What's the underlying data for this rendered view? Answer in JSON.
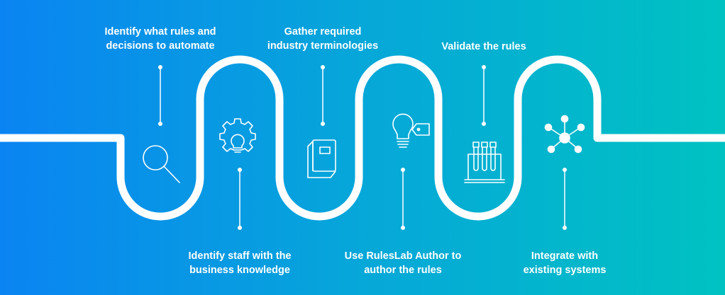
{
  "steps": [
    {
      "line1": "Identify what rules and",
      "line2": "decisions to automate",
      "icon": "magnifier-icon"
    },
    {
      "line1": "Identify staff with the",
      "line2": "business knowledge",
      "icon": "gear-lightbulb-icon"
    },
    {
      "line1": "Gather required",
      "line2": "industry terminologies",
      "icon": "book-icon"
    },
    {
      "line1_pre": "Use ",
      "line1_brand": "RulesLab",
      "line1_post": " Author to",
      "line2": "author the rules",
      "icon": "lightbulb-tag-icon"
    },
    {
      "line1": "Validate the rules",
      "icon": "test-tubes-icon"
    },
    {
      "line1": "Integrate with",
      "line2": "existing systems",
      "icon": "network-hub-icon"
    }
  ],
  "colors": {
    "gradient_start": "#0a84f2",
    "gradient_end": "#00c2c2",
    "path": "#ffffff"
  }
}
